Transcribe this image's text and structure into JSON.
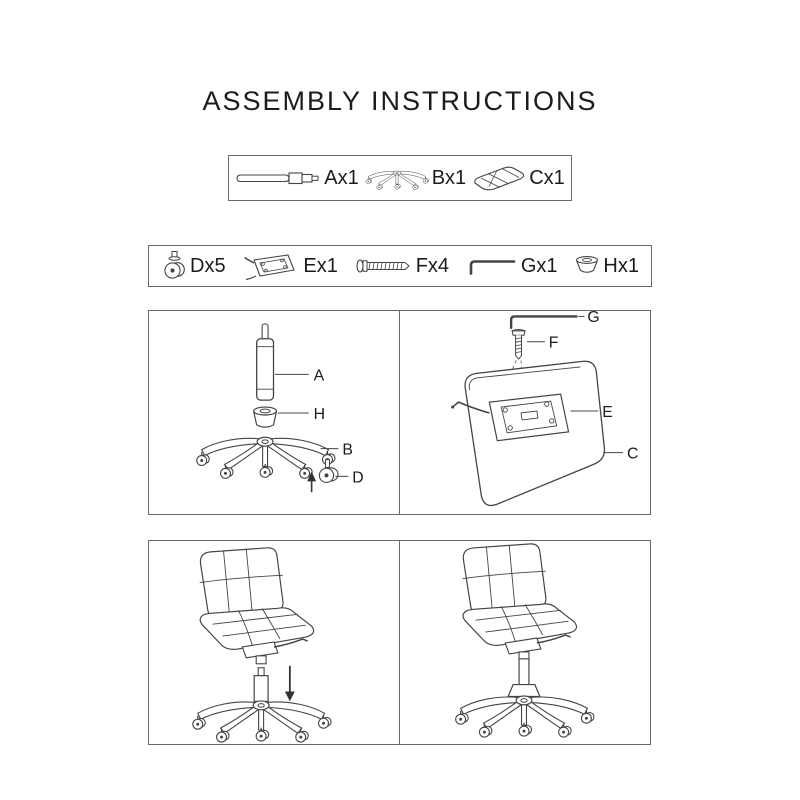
{
  "title": "ASSEMBLY INSTRUCTIONS",
  "parts_large": {
    "a": "Ax1",
    "b": "Bx1",
    "c": "Cx1"
  },
  "parts_small": {
    "d": "Dx5",
    "e": "Ex1",
    "f": "Fx4",
    "g": "Gx1",
    "h": "Hx1"
  },
  "callouts": {
    "a": "A",
    "b": "B",
    "c": "C",
    "d": "D",
    "e": "E",
    "f": "F",
    "g": "G",
    "h": "H"
  }
}
